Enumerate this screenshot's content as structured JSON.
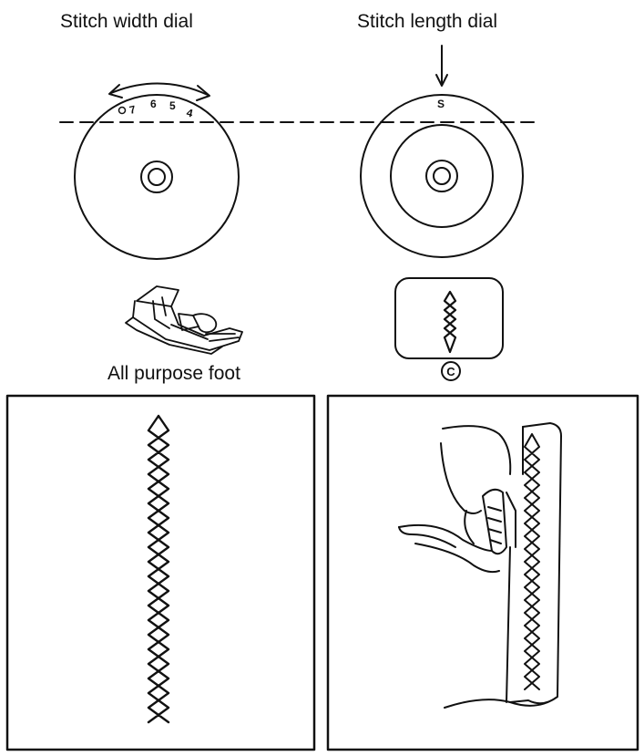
{
  "labels": {
    "width_dial": "Stitch width dial",
    "length_dial": "Stitch length dial",
    "foot": "All purpose foot"
  },
  "width_dial": {
    "numbers": [
      "7",
      "6",
      "5",
      "4"
    ]
  },
  "length_dial": {
    "setting": "S"
  },
  "pattern_badge": {
    "letter": "C"
  },
  "colors": {
    "ink": "#111111",
    "background": "#ffffff"
  }
}
